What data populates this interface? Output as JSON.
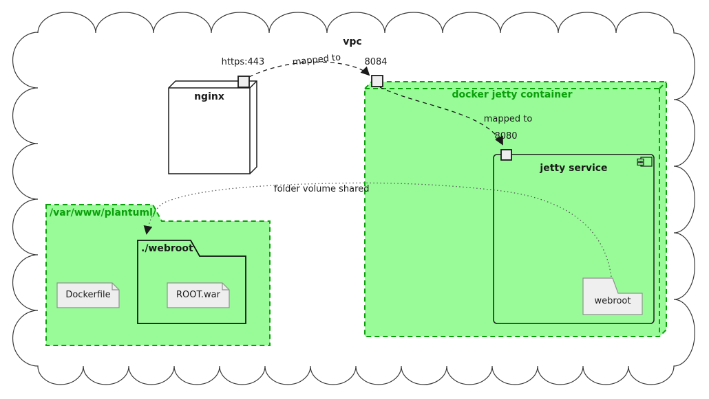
{
  "cloud": {
    "label": "vpc"
  },
  "nodes": {
    "nginx": {
      "label": "nginx",
      "port": {
        "label": "https:443"
      }
    },
    "docker_container": {
      "label": "docker jetty container",
      "port": {
        "label": "8084"
      }
    },
    "jetty_service": {
      "label": "jetty service",
      "port": {
        "label": "8080"
      }
    }
  },
  "folders": {
    "host_folder": {
      "label": "/var/www/plantuml/"
    },
    "webroot_source": {
      "label": "./webroot"
    },
    "webroot_target": {
      "label": "webroot"
    }
  },
  "artifacts": {
    "dockerfile": {
      "label": "Dockerfile"
    },
    "root_war": {
      "label": "ROOT.war"
    }
  },
  "edges": {
    "nginx_to_8084": {
      "label": "mapped to",
      "style": "dashed"
    },
    "p8084_to_8080": {
      "label": "mapped to",
      "style": "dashed"
    },
    "volume_share": {
      "label": "folder volume shared",
      "style": "dotted"
    }
  },
  "icons": {
    "component_icon": "uml-component-icon"
  },
  "colors": {
    "green_fill": "#98FB98",
    "green_line": "#0aa00a",
    "green_text": "#0aa00a",
    "node_fill": "#ffffff",
    "artifact_fill": "#eeeeee",
    "artifact_border": "#909090",
    "port_fill": "#eeeeee",
    "black_line": "#1a1a1a",
    "dotted_line": "#555555",
    "cloud_line": "#383838"
  }
}
